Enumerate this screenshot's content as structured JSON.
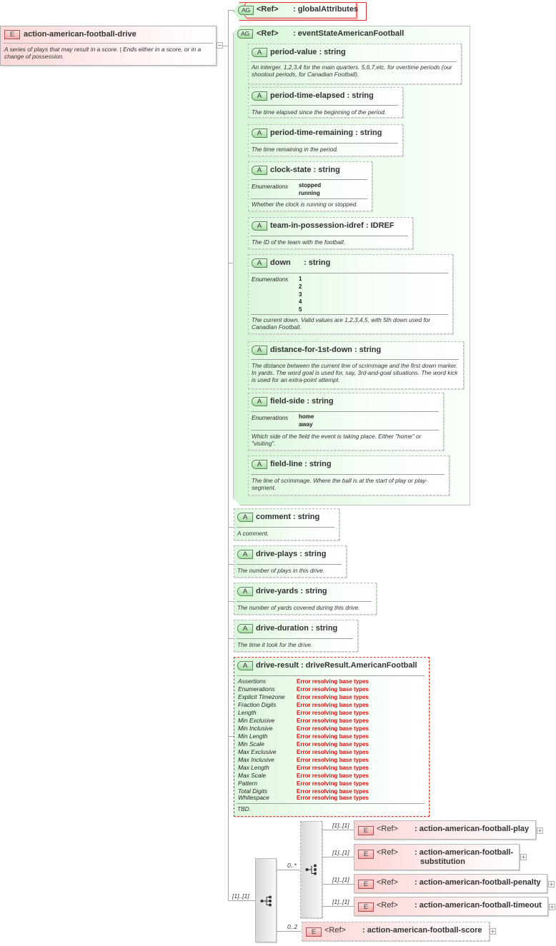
{
  "root": {
    "badge": "E",
    "name": "action-american-football-drive",
    "description": "A series of plays that may result in a score. | Ends either in a score, or in a change of possession.",
    "expander": "collapse"
  },
  "global_attributes": {
    "badge": "AG",
    "ref": "<Ref>",
    "name": ": globalAttributes"
  },
  "event_state": {
    "badge": "AG",
    "ref": "<Ref>",
    "name": ": eventStateAmericanFootball",
    "attributes": [
      {
        "badge": "A",
        "name": "period-value : string",
        "description": "An interger. 1,2,3,4 for the main quarters. 5,6,7,etc. for overtime periods (our shootout periods, for Canadian Football)."
      },
      {
        "badge": "A",
        "name": "period-time-elapsed : string",
        "description": "The time elapsed since the beginning of the period."
      },
      {
        "badge": "A",
        "name": "period-time-remaining : string",
        "description": "The time remaining in the period."
      },
      {
        "badge": "A",
        "name": "clock-state : string",
        "enum_label": "Enumerations",
        "enumerations": [
          "stopped",
          "running"
        ],
        "description": "Whether the clock is running or stopped."
      },
      {
        "badge": "A",
        "name": "team-in-possession-idref : IDREF",
        "description": "The ID of the team with the football."
      },
      {
        "badge": "A",
        "name": "down      : string",
        "enum_label": "Enumerations",
        "enumerations": [
          "1",
          "2",
          "3",
          "4",
          "5"
        ],
        "description": "The current down.  Valid values are 1,2,3,4,5, with 5th down used for Canadian Football."
      },
      {
        "badge": "A",
        "name": "distance-for-1st-down : string",
        "description": "The distance between the current line of scrimmage and the first down marker. In yards. The word goal is used for, say, 3rd-and-goal situations. The word kick is used for an extra-point attempt."
      },
      {
        "badge": "A",
        "name": "field-side : string",
        "enum_label": "Enumerations",
        "enumerations": [
          "home",
          "away"
        ],
        "description": "Which side of the field the event is taking place.  Either \"home\" or \"visiting\"."
      },
      {
        "badge": "A",
        "name": "field-line : string",
        "description": "The line of scrimmage. Where the ball is at the start of play or play-segment."
      }
    ]
  },
  "attributes": [
    {
      "badge": "A",
      "name": "comment : string",
      "description": "A comment."
    },
    {
      "badge": "A",
      "name": "drive-plays : string",
      "description": "The number of plays in this drive."
    },
    {
      "badge": "A",
      "name": "drive-yards : string",
      "description": "The number of yards covered during this drive."
    },
    {
      "badge": "A",
      "name": "drive-duration : string",
      "description": "The time it took for the drive."
    }
  ],
  "drive_result": {
    "badge": "A",
    "name": "drive-result : driveResult.AmericanFootball",
    "facets": [
      {
        "key": "Assertions",
        "value": "Error resolving base types"
      },
      {
        "key": "Enumerations",
        "value": "Error resolving base types"
      },
      {
        "key": "Explicit Timezone",
        "value": "Error resolving base types"
      },
      {
        "key": "Fraction Digits",
        "value": "Error resolving base types"
      },
      {
        "key": "Length",
        "value": "Error resolving base types"
      },
      {
        "key": "Min Exclusive",
        "value": "Error resolving base types"
      },
      {
        "key": "Min Inclusive",
        "value": "Error resolving base types"
      },
      {
        "key": "Min Length",
        "value": "Error resolving base types"
      },
      {
        "key": "Min Scale",
        "value": "Error resolving base types"
      },
      {
        "key": "Max Exclusive",
        "value": "Error resolving base types"
      },
      {
        "key": "Max Inclusive",
        "value": "Error resolving base types"
      },
      {
        "key": "Max Length",
        "value": "Error resolving base types"
      },
      {
        "key": "Max Scale",
        "value": "Error resolving base types"
      },
      {
        "key": "Pattern",
        "value": "Error resolving base types"
      },
      {
        "key": "Total Digits",
        "value": "Error resolving base types"
      },
      {
        "key": "Whitespace",
        "value": "Error resolving base types"
      }
    ],
    "description": "TBD."
  },
  "sequence": {
    "cardinality": "[1]..[1]",
    "choice": {
      "cardinality": "0..*",
      "children": [
        {
          "cardinality": "[1]..[1]",
          "badge": "E",
          "ref": "<Ref>",
          "name": ": action-american-football-play"
        },
        {
          "cardinality": "[1]..[1]",
          "badge": "E",
          "ref": "<Ref>",
          "name": ": action-american-football-substitution",
          "name_line1": ": action-american-football-",
          "name_line2": "substitution"
        },
        {
          "cardinality": "[1]..[1]",
          "badge": "E",
          "ref": "<Ref>",
          "name": ": action-american-football-penalty"
        },
        {
          "cardinality": "[1]..[1]",
          "badge": "E",
          "ref": "<Ref>",
          "name": ": action-american-football-timeout"
        }
      ]
    },
    "score": {
      "cardinality": "0..2",
      "badge": "E",
      "ref": "<Ref>",
      "name": ": action-american-football-score"
    }
  }
}
